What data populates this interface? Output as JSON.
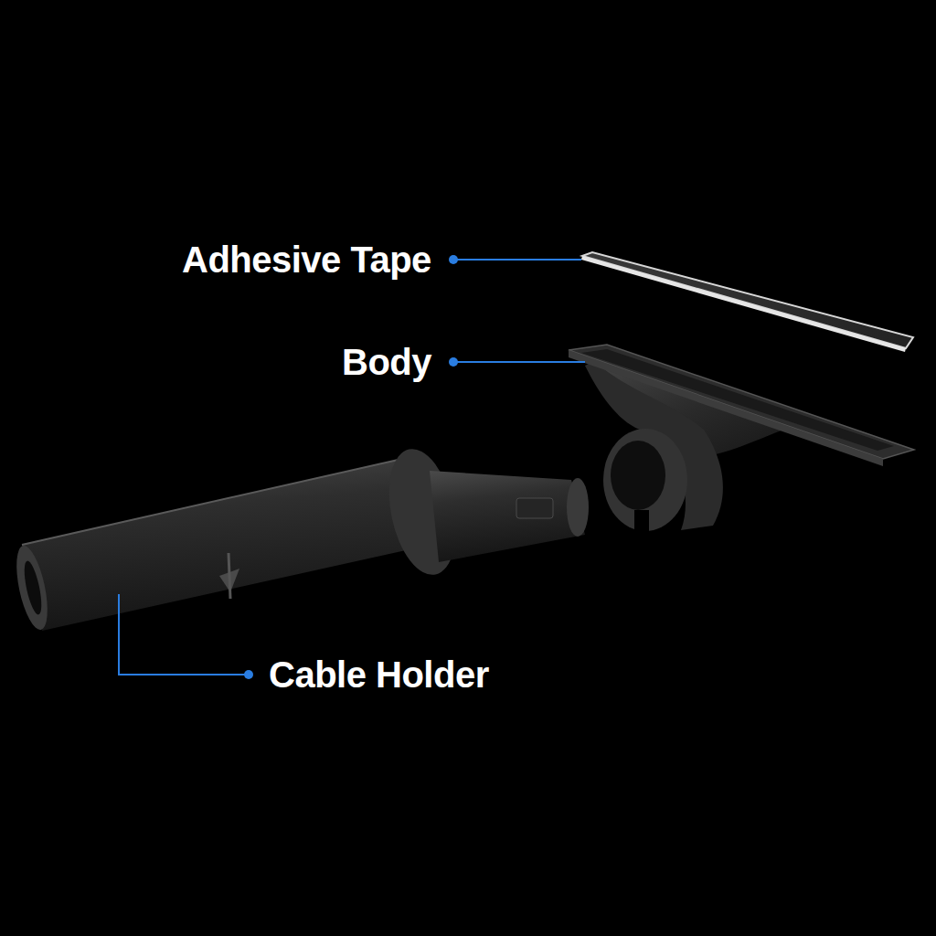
{
  "diagram": {
    "labels": [
      "Adhesive Tape",
      "Body",
      "Cable Holder"
    ]
  }
}
